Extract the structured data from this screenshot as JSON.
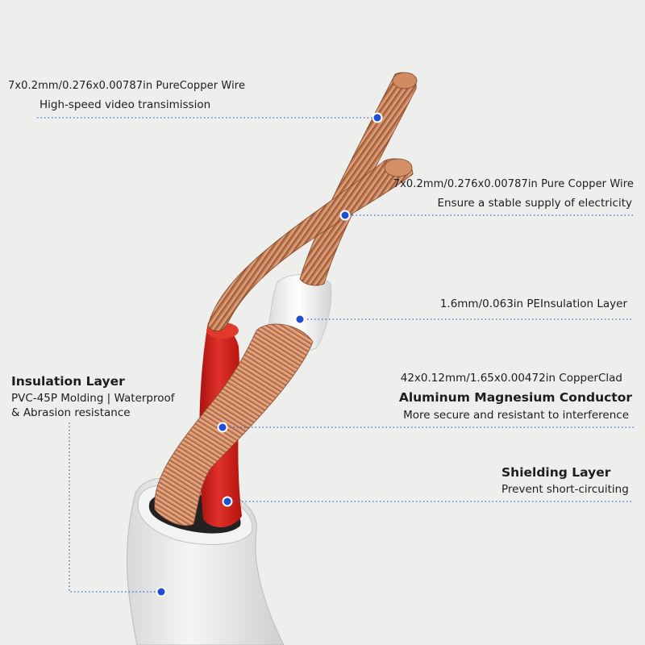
{
  "callouts": {
    "wire_top": {
      "spec": "7x0.2mm/0.276x0.00787in PureCopper Wire",
      "desc": "High-speed video transimission"
    },
    "wire_second": {
      "spec": "7x0.2mm/0.276x0.00787in Pure Copper Wire",
      "desc": "Ensure a stable supply of electricity"
    },
    "pe_insulation": {
      "spec": "1.6mm/0.063in PEInsulation Layer"
    },
    "insulation_layer": {
      "title": "Insulation Layer",
      "line1": "PVC-45P Molding | Waterproof",
      "line2": "& Abrasion resistance"
    },
    "conductor": {
      "spec": "42x0.12mm/1.65x0.00472in CopperClad",
      "title": "Aluminum Magnesium Conductor",
      "desc": "More secure and resistant to interference"
    },
    "shielding": {
      "title": "Shielding Layer",
      "desc": "Prevent short-circuiting"
    }
  },
  "colors": {
    "background": "#eeeeec",
    "leader_line": "#2f64c6",
    "marker_dot": "#1f4fcf",
    "copper": "#c8825a",
    "red_insulation": "#d3221f",
    "white_insulation": "#f2f2f2",
    "jacket": "#e4e4e4"
  }
}
